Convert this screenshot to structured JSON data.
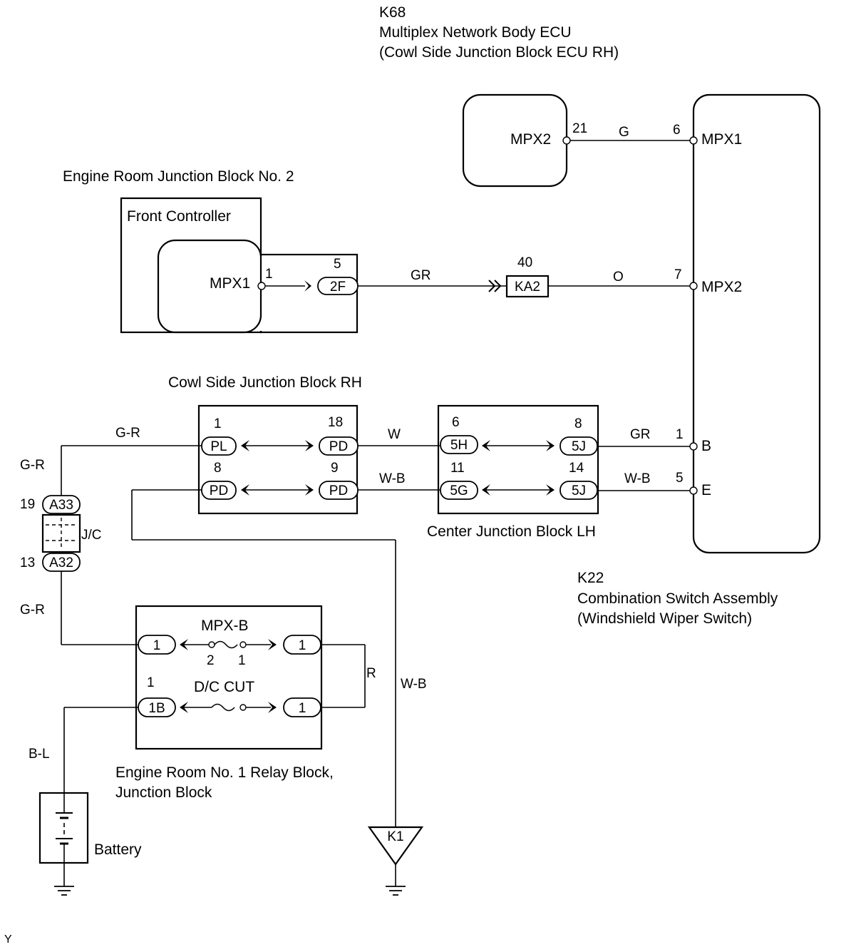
{
  "components": {
    "k68": {
      "code": "K68",
      "name": "Multiplex Network Body ECU",
      "location": "(Cowl Side Junction Block ECU RH)",
      "terminal": "MPX2",
      "pin": "21"
    },
    "k22": {
      "code": "K22",
      "name": "Combination Switch Assembly",
      "location": "(Windshield Wiper Switch)",
      "terminals": {
        "mpx1": "MPX1",
        "mpx2": "MPX2",
        "b": "B",
        "e": "E"
      },
      "pins": {
        "mpx1": "6",
        "mpx2": "7",
        "b": "1",
        "e": "5"
      }
    },
    "engine_room_jb2": {
      "title": "Engine Room Junction Block No. 2",
      "subtitle": "Front Controller",
      "terminal": "MPX1",
      "pin": "1",
      "connector": "2F",
      "connector_pin": "5"
    },
    "ka2": {
      "label": "KA2",
      "pin": "40"
    },
    "cowl_side_jb_rh": {
      "title": "Cowl Side Junction Block RH",
      "top_left": {
        "connector": "PL",
        "pin": "1"
      },
      "top_right": {
        "connector": "PD",
        "pin": "18"
      },
      "bottom_left": {
        "connector": "PD",
        "pin": "8"
      },
      "bottom_right": {
        "connector": "PD",
        "pin": "9"
      }
    },
    "center_jb_lh": {
      "title": "Center Junction Block LH",
      "top_left": {
        "connector": "5H",
        "pin": "6"
      },
      "top_right": {
        "connector": "5J",
        "pin": "8"
      },
      "bottom_left": {
        "connector": "5G",
        "pin": "11"
      },
      "bottom_right": {
        "connector": "5J",
        "pin": "14"
      }
    },
    "jc": {
      "label": "J/C",
      "top_connector": "A33",
      "top_pin": "19",
      "bottom_connector": "A32",
      "bottom_pin": "13"
    },
    "relay_block": {
      "title_line1": "Engine Room No. 1 Relay Block,",
      "title_line2": "Junction Block",
      "fuse1": {
        "name": "MPX-B",
        "pin_a": "2",
        "pin_b": "1",
        "left_connector": "1",
        "right_connector": "1"
      },
      "fuse2": {
        "name": "D/C CUT",
        "pin_label": "1",
        "left_connector": "1B",
        "right_connector": "1"
      }
    },
    "battery": {
      "label": "Battery"
    },
    "ground_k1": {
      "label": "K1"
    }
  },
  "wires": {
    "g_k68_k22": "G",
    "gr_front": "GR",
    "o_ka2": "O",
    "w_cowl_center": "W",
    "wb_cowl_center": "W-B",
    "gr_center_k22": "GR",
    "wb_center_k22": "W-B",
    "gr_left_top": "G-R",
    "gr_left_vertical": "G-R",
    "gr_lower": "G-R",
    "r_relay": "R",
    "wb_ground": "W-B",
    "bl_battery": "B-L"
  },
  "footer": {
    "mark": "Y"
  }
}
